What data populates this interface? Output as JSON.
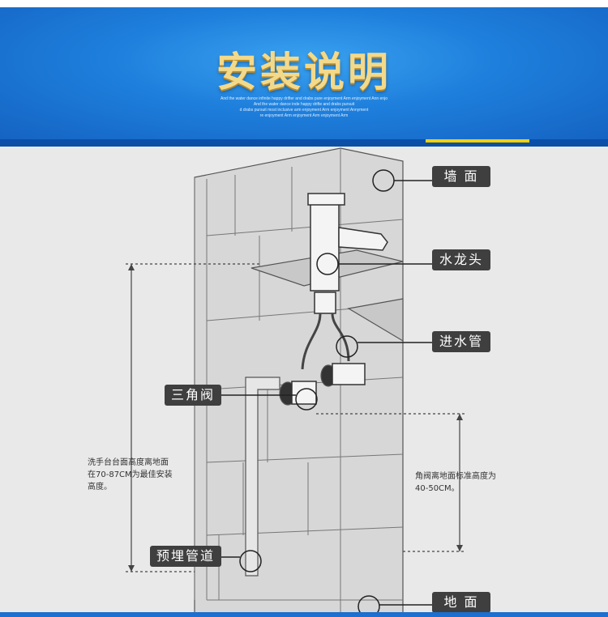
{
  "banner": {
    "title": "安装说明",
    "subtitle_lines": [
      "And the water dance infinite happy drifter and drabs pure enjoyment Arm enjoyment Ann enjo",
      "And the water dance inde happy drifte and drabs pursuit",
      "d drabs pursuit most inclusive arm enjoyment Arm enjoyment Annyment",
      "re enjoyment Arm enjoyment Arm enjoyment Arm"
    ]
  },
  "labels": {
    "wall": "墙 面",
    "faucet": "水龙头",
    "inlet_pipe": "进水管",
    "angle_valve": "三角阀",
    "embedded_pipe": "预埋管道",
    "floor": "地 面"
  },
  "notes": {
    "basin_height": [
      "洗手台台面高度离地面",
      "在70-87CM为最佳安装",
      "高度。"
    ],
    "valve_height": [
      "角阀离地面标准高度为",
      "40-50CM。"
    ]
  },
  "colors": {
    "banner_blue": "#1e7fdc",
    "title_gold": "#f3d98a",
    "accent_yellow": "#f5d000",
    "label_bg": "#3f3f3f",
    "diagram_bg": "#e9e9e9"
  }
}
